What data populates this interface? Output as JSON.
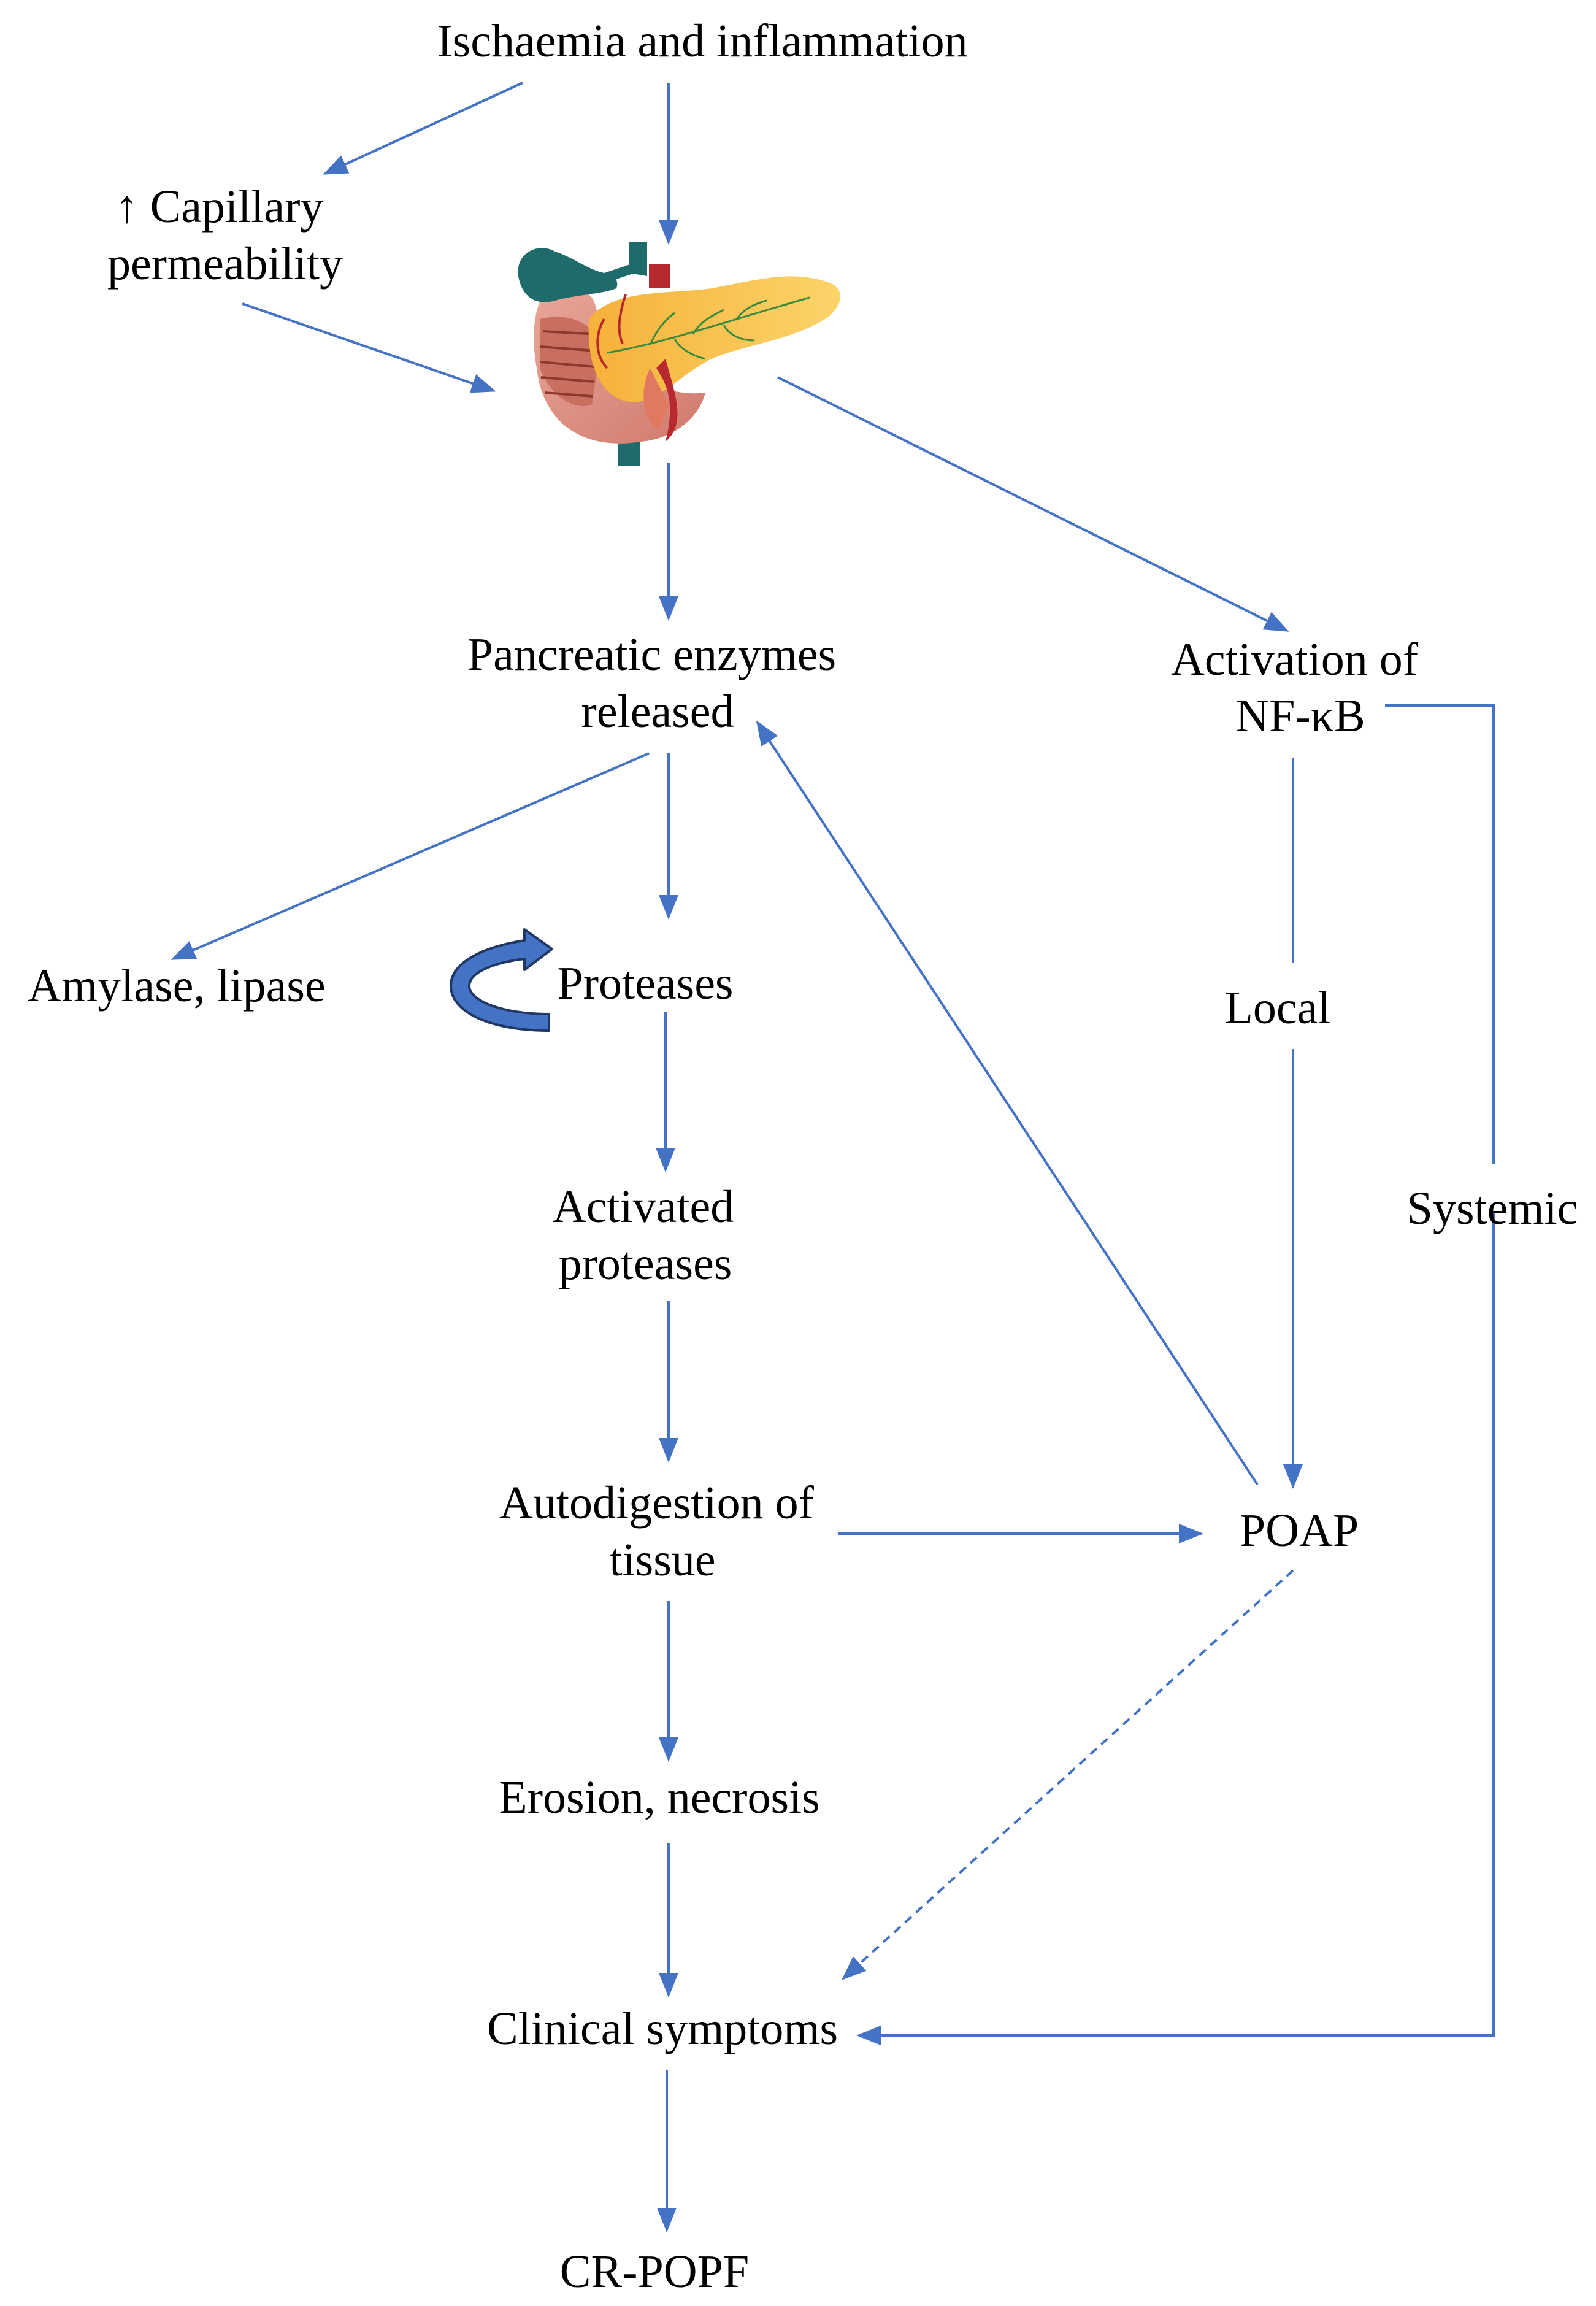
{
  "colors": {
    "arrow": "#4472c4",
    "text": "#000000",
    "background": "#ffffff"
  },
  "icons": {
    "organ": "pancreas-illustration-icon",
    "cycle": "curved-cycle-arrow-icon"
  },
  "nodes": {
    "ischaemia": {
      "lines": [
        "Ischaemia and inflammation"
      ]
    },
    "capillary": {
      "lines": [
        "↑ Capillary",
        "permeability"
      ]
    },
    "enzymes": {
      "lines": [
        "Pancreatic enzymes",
        "released"
      ]
    },
    "nfkb": {
      "lines": [
        "Activation of",
        "NF-κB"
      ]
    },
    "amylase": {
      "lines": [
        "Amylase, lipase"
      ]
    },
    "proteases": {
      "lines": [
        "Proteases"
      ]
    },
    "local": {
      "lines": [
        "Local"
      ]
    },
    "activated": {
      "lines": [
        "Activated",
        "proteases"
      ]
    },
    "systemic": {
      "lines": [
        "Systemic"
      ]
    },
    "autodigestion": {
      "lines": [
        "Autodigestion of",
        "tissue"
      ]
    },
    "poap": {
      "lines": [
        "POAP"
      ]
    },
    "erosion": {
      "lines": [
        "Erosion, necrosis"
      ]
    },
    "clinical": {
      "lines": [
        "Clinical symptoms"
      ]
    },
    "crpopf": {
      "lines": [
        "CR-POPF"
      ]
    }
  }
}
